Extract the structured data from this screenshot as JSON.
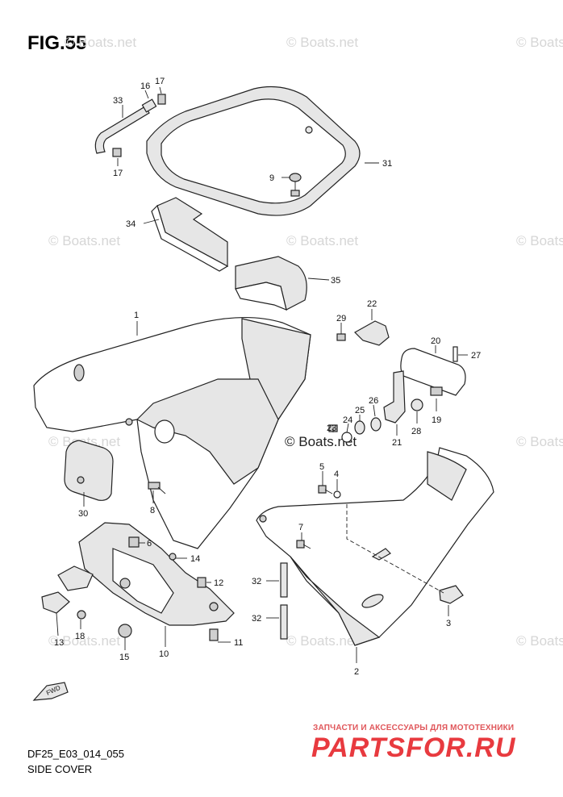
{
  "figure": {
    "title": "FIG.55",
    "model_code": "DF25_E03_014_055",
    "caption": "SIDE COVER"
  },
  "watermark": {
    "text": "© Boats.net"
  },
  "direction_label": "FWD",
  "parts_labels": [
    {
      "id": "p1",
      "number": "1"
    },
    {
      "id": "p2",
      "number": "2"
    },
    {
      "id": "p3",
      "number": "3"
    },
    {
      "id": "p4",
      "number": "4"
    },
    {
      "id": "p5",
      "number": "5"
    },
    {
      "id": "p6",
      "number": "6"
    },
    {
      "id": "p7",
      "number": "7"
    },
    {
      "id": "p8",
      "number": "8"
    },
    {
      "id": "p9",
      "number": "9"
    },
    {
      "id": "p10",
      "number": "10"
    },
    {
      "id": "p11",
      "number": "11"
    },
    {
      "id": "p12",
      "number": "12"
    },
    {
      "id": "p13",
      "number": "13"
    },
    {
      "id": "p14",
      "number": "14"
    },
    {
      "id": "p15",
      "number": "15"
    },
    {
      "id": "p16",
      "number": "16"
    },
    {
      "id": "p17a",
      "number": "17"
    },
    {
      "id": "p17b",
      "number": "17"
    },
    {
      "id": "p18",
      "number": "18"
    },
    {
      "id": "p19",
      "number": "19"
    },
    {
      "id": "p20",
      "number": "20"
    },
    {
      "id": "p21",
      "number": "21"
    },
    {
      "id": "p22",
      "number": "22"
    },
    {
      "id": "p23",
      "number": "23"
    },
    {
      "id": "p24",
      "number": "24"
    },
    {
      "id": "p25",
      "number": "25"
    },
    {
      "id": "p26",
      "number": "26"
    },
    {
      "id": "p27",
      "number": "27"
    },
    {
      "id": "p28",
      "number": "28"
    },
    {
      "id": "p29",
      "number": "29"
    },
    {
      "id": "p30",
      "number": "30"
    },
    {
      "id": "p31",
      "number": "31"
    },
    {
      "id": "p32a",
      "number": "32"
    },
    {
      "id": "p32b",
      "number": "32"
    },
    {
      "id": "p33",
      "number": "33"
    },
    {
      "id": "p34",
      "number": "34"
    },
    {
      "id": "p35",
      "number": "35"
    }
  ],
  "branding": {
    "tagline": "ЗАПЧАСТИ И АКСЕССУАРЫ ДЛЯ МОТОТЕХНИКИ",
    "logo": "PARTSFOR.RU",
    "logo_color": "#e83a3f"
  }
}
